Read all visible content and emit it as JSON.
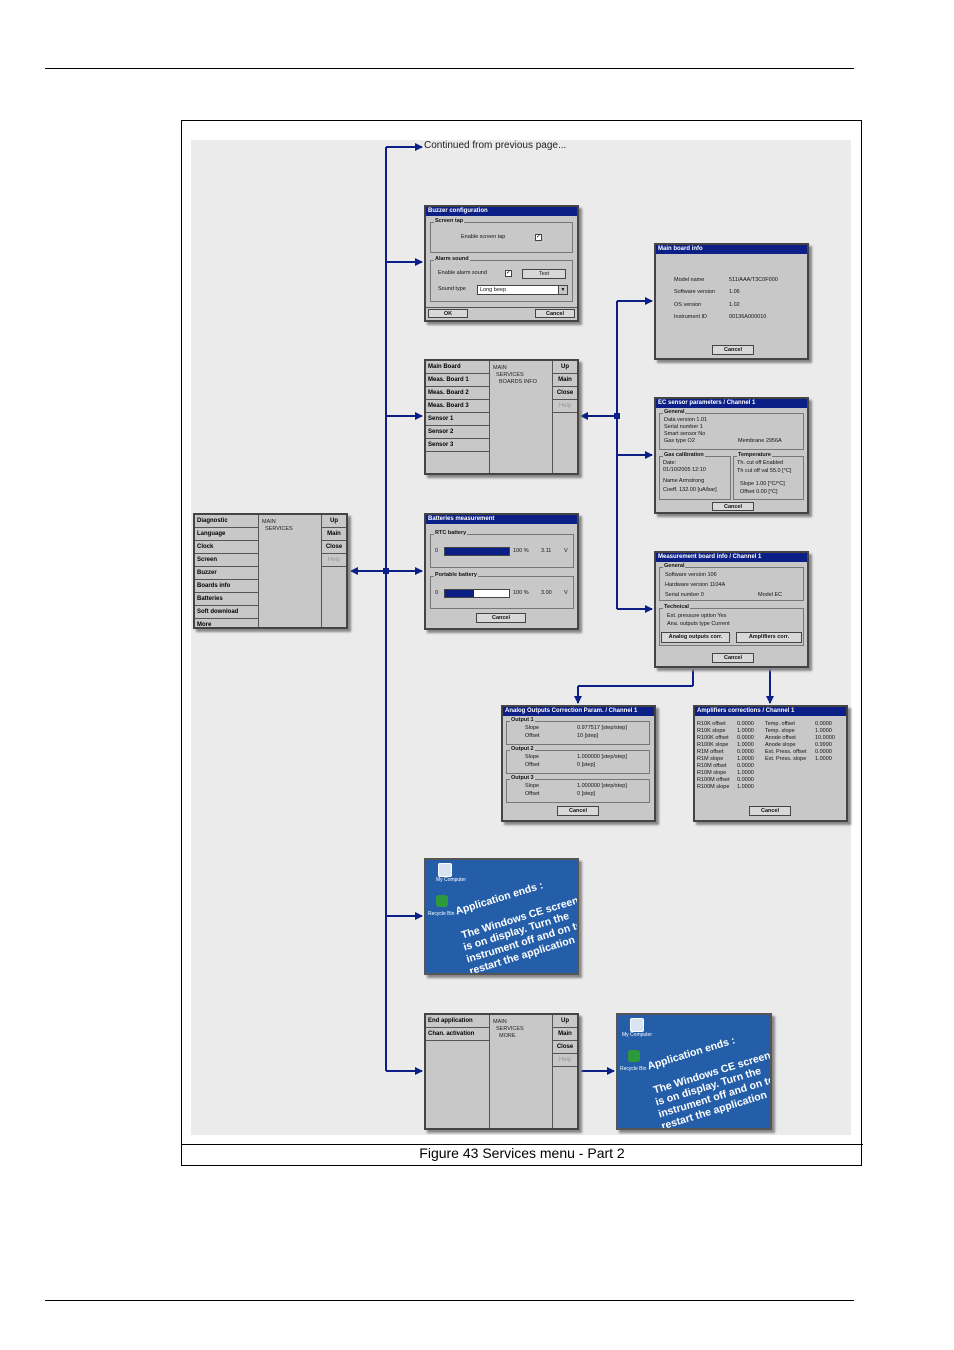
{
  "caption": "Figure 43  Services menu - Part 2",
  "continued": "Continued from previous page...",
  "services_menu": {
    "items": [
      "Diagnostic",
      "Language",
      "Clock",
      "Screen",
      "Buzzer",
      "Boards info",
      "Batteries",
      "Soft download",
      "More"
    ],
    "path": [
      "MAIN",
      "SERVICES"
    ],
    "side": [
      "Up",
      "Main",
      "Close",
      "Help"
    ]
  },
  "buzzer": {
    "title": "Buzzer configuration",
    "screen_tap": "Screen tap",
    "enable_screen_tap": "Enable screen tap",
    "alarm_sound": "Alarm sound",
    "enable_alarm_sound": "Enable alarm sound",
    "test": "Test",
    "sound_type_label": "Sound type",
    "sound_type_value": "Long beep",
    "ok": "OK",
    "cancel": "Cancel"
  },
  "boards_menu": {
    "items": [
      "Main Board",
      "Meas. Board 1",
      "Meas. Board 2",
      "Meas. Board 3",
      "Sensor 1",
      "Sensor 2",
      "Sensor 3"
    ],
    "path": [
      "MAIN",
      "SERVICES",
      "BOARDS INFO"
    ],
    "side": [
      "Up",
      "Main",
      "Close",
      "Help"
    ]
  },
  "main_board": {
    "title": "Main board info",
    "rows": [
      {
        "label": "Model name",
        "value": "511/AAA/T3C0F000"
      },
      {
        "label": "Software version",
        "value": "1.06"
      },
      {
        "label": "OS version",
        "value": "1.02"
      },
      {
        "label": "Instrument ID",
        "value": "00136A000010"
      }
    ],
    "cancel": "Cancel"
  },
  "ec_sensor": {
    "title": "EC sensor parameters / Channel 1",
    "general": "General",
    "general_rows": [
      "Data version   1.01",
      "Serial number   1",
      "Smart sensor   No",
      "Gas type   O2"
    ],
    "membrane": "Membrane   2956A",
    "gas_cal": "Gas calibration",
    "gas_rows": [
      "Date:",
      "01/10/2005 12:10",
      "Name  Armstrong",
      "Coeff.  132.00 [uA/bar]"
    ],
    "temperature": "Temperature",
    "temp_rows": [
      "Th. cut off     Enabled",
      "Th cut off val   55.0 [°C]",
      "Slope  1.00 [°C/°C]",
      "Offset   0.00 [°C]"
    ],
    "cancel": "Cancel"
  },
  "batteries": {
    "title": "Batteries measurement",
    "rtc": "RTC battery",
    "rtc_min": "0",
    "rtc_pct": "100 %",
    "rtc_volt": "3.11",
    "rtc_unit": "V",
    "rtc_level": 1.0,
    "portable": "Portable battery",
    "port_min": "0",
    "port_pct": "100 %",
    "port_volt": "3.00",
    "port_unit": "V",
    "port_level": 0.45,
    "cancel": "Cancel"
  },
  "meas_board": {
    "title": "Measurement board info / Channel 1",
    "general": "General",
    "general_rows": [
      "Software version   106",
      "Hardware version   1104A",
      "Serial number       0"
    ],
    "model": "Model   EC",
    "technical": "Technical",
    "tech_rows": [
      "Ext. pressure option     Yes",
      "Ana. outputs type       Current"
    ],
    "analog_btn": "Analog outputs corr.",
    "amp_btn": "Amplifiers corr.",
    "cancel": "Cancel"
  },
  "analog_corr": {
    "title": "Analog Outputs Correction Param. / Channel 1",
    "groups": [
      {
        "name": "Output 1",
        "slope": "0.977517 [step/step]",
        "offset": "10 [step]"
      },
      {
        "name": "Output 2",
        "slope": "1.000000 [step/step]",
        "offset": "0 [step]"
      },
      {
        "name": "Output 3",
        "slope": "1.000000 [step/step]",
        "offset": "0 [step]"
      }
    ],
    "slope_label": "Slope",
    "offset_label": "Offset",
    "cancel": "Cancel"
  },
  "amp_corr": {
    "title": "Amplifiers corrections / Channel 1",
    "left": [
      [
        "R10K offset",
        "0.0000"
      ],
      [
        "R10K slope",
        "1.0000"
      ],
      [
        "R100K offset",
        "0.0000"
      ],
      [
        "R100K slope",
        "1.0000"
      ],
      [
        "R1M offset",
        "0.0000"
      ],
      [
        "R1M slope",
        "1.0000"
      ],
      [
        "R10M offset",
        "0.0000"
      ],
      [
        "R10M slope",
        "1.0000"
      ],
      [
        "R100M offset",
        "0.0000"
      ],
      [
        "R100M slope",
        "1.0000"
      ]
    ],
    "right": [
      [
        "Temp. offset",
        "0.0000"
      ],
      [
        "Temp. slope",
        "1.0000"
      ],
      [
        "Anode offset",
        "10.0000"
      ],
      [
        "Anode slope",
        "0.9990"
      ],
      [
        "Ext. Press. offset",
        "0.0000"
      ],
      [
        "Ext. Press. slope",
        "1.0000"
      ]
    ],
    "cancel": "Cancel"
  },
  "ce_screen": {
    "icon1": "My Computer",
    "icon2": "Recycle Bin",
    "lines": [
      "Application ends :",
      "The Windows CE screen",
      "is on display. Turn the",
      "instrument off and on to",
      "restart the application"
    ]
  },
  "more_menu": {
    "items": [
      "End application",
      "Chan. activation"
    ],
    "path": [
      "MAIN",
      "SERVICES",
      "MORE"
    ],
    "side": [
      "Up",
      "Main",
      "Close",
      "Help"
    ]
  }
}
